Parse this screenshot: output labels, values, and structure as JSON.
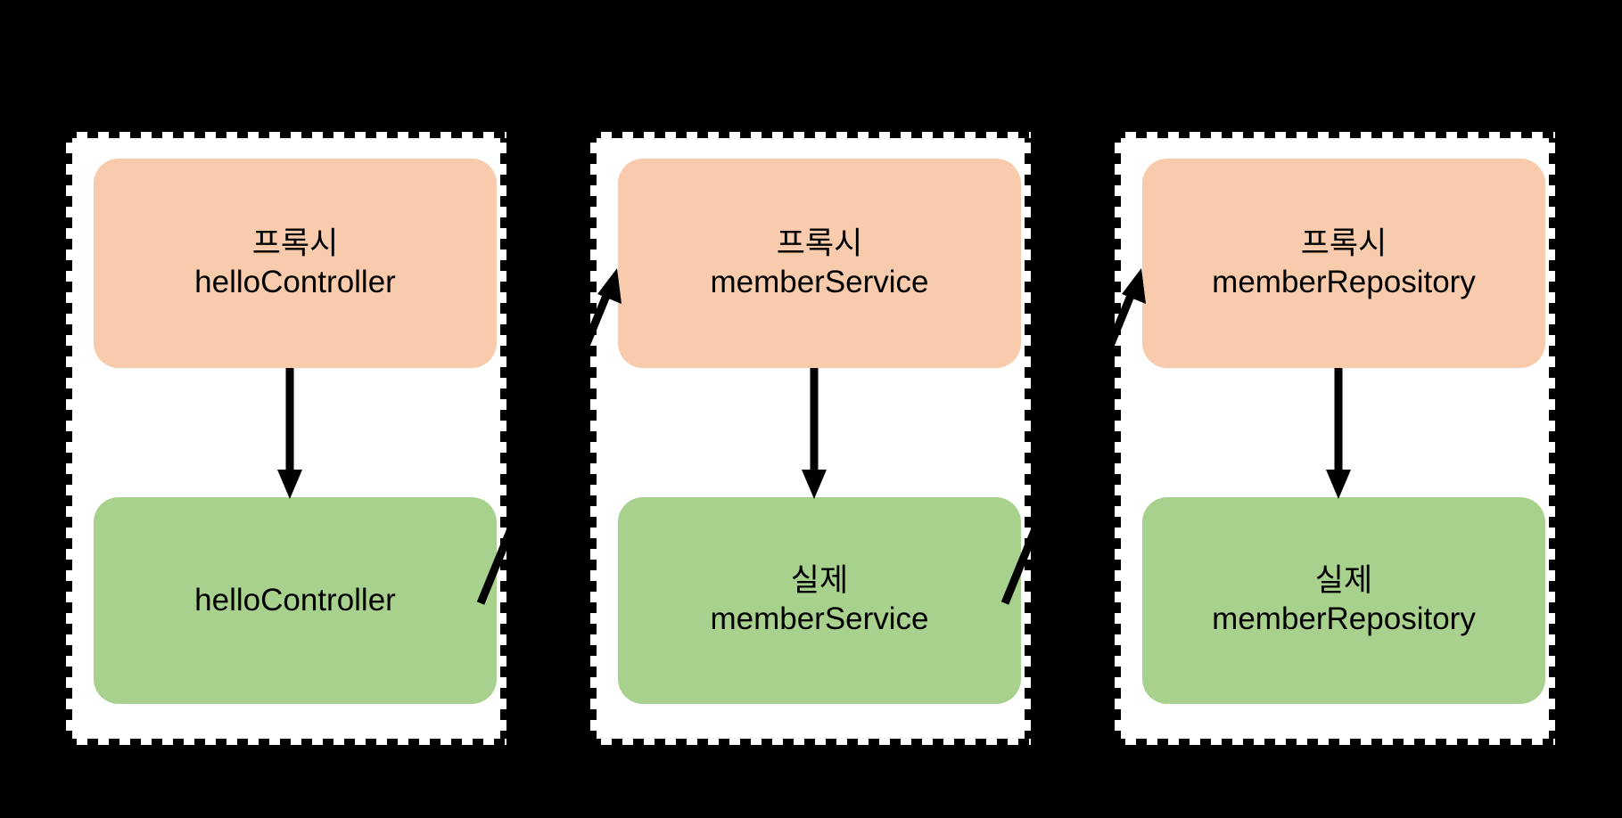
{
  "diagram": {
    "title": "Spring AOP proxy bean replacement diagram",
    "background_color": "#000000",
    "panel_background": "#ffffff",
    "panel_border_color": "#000000",
    "proxy_color": "#f8cbac",
    "actual_color": "#a9d18e",
    "arrow_color": "#000000",
    "panels": [
      {
        "id": "panel-hello-controller",
        "proxy": {
          "label_line_1": "프록시",
          "label_line_2": "helloController"
        },
        "actual": {
          "label_line_1": "",
          "label_line_2": "helloController"
        }
      },
      {
        "id": "panel-member-service",
        "proxy": {
          "label_line_1": "프록시",
          "label_line_2": "memberService"
        },
        "actual": {
          "label_line_1": "실제",
          "label_line_2": "memberService"
        }
      },
      {
        "id": "panel-member-repository",
        "proxy": {
          "label_line_1": "프록시",
          "label_line_2": "memberRepository"
        },
        "actual": {
          "label_line_1": "실제",
          "label_line_2": "memberRepository"
        }
      }
    ],
    "connectors": [
      {
        "id": "arrow-proxy-to-actual-1",
        "kind": "vertical-down",
        "from": "proxy-hello-controller",
        "to": "actual-hello-controller"
      },
      {
        "id": "arrow-proxy-to-actual-2",
        "kind": "vertical-down",
        "from": "proxy-member-service",
        "to": "actual-member-service"
      },
      {
        "id": "arrow-proxy-to-actual-3",
        "kind": "vertical-down",
        "from": "proxy-member-repository",
        "to": "actual-member-repository"
      },
      {
        "id": "arrow-actual-1-to-proxy-2",
        "kind": "diagonal-up-right",
        "from": "actual-hello-controller",
        "to": "proxy-member-service"
      },
      {
        "id": "arrow-actual-2-to-proxy-3",
        "kind": "diagonal-up-right",
        "from": "actual-member-service",
        "to": "proxy-member-repository"
      }
    ]
  }
}
